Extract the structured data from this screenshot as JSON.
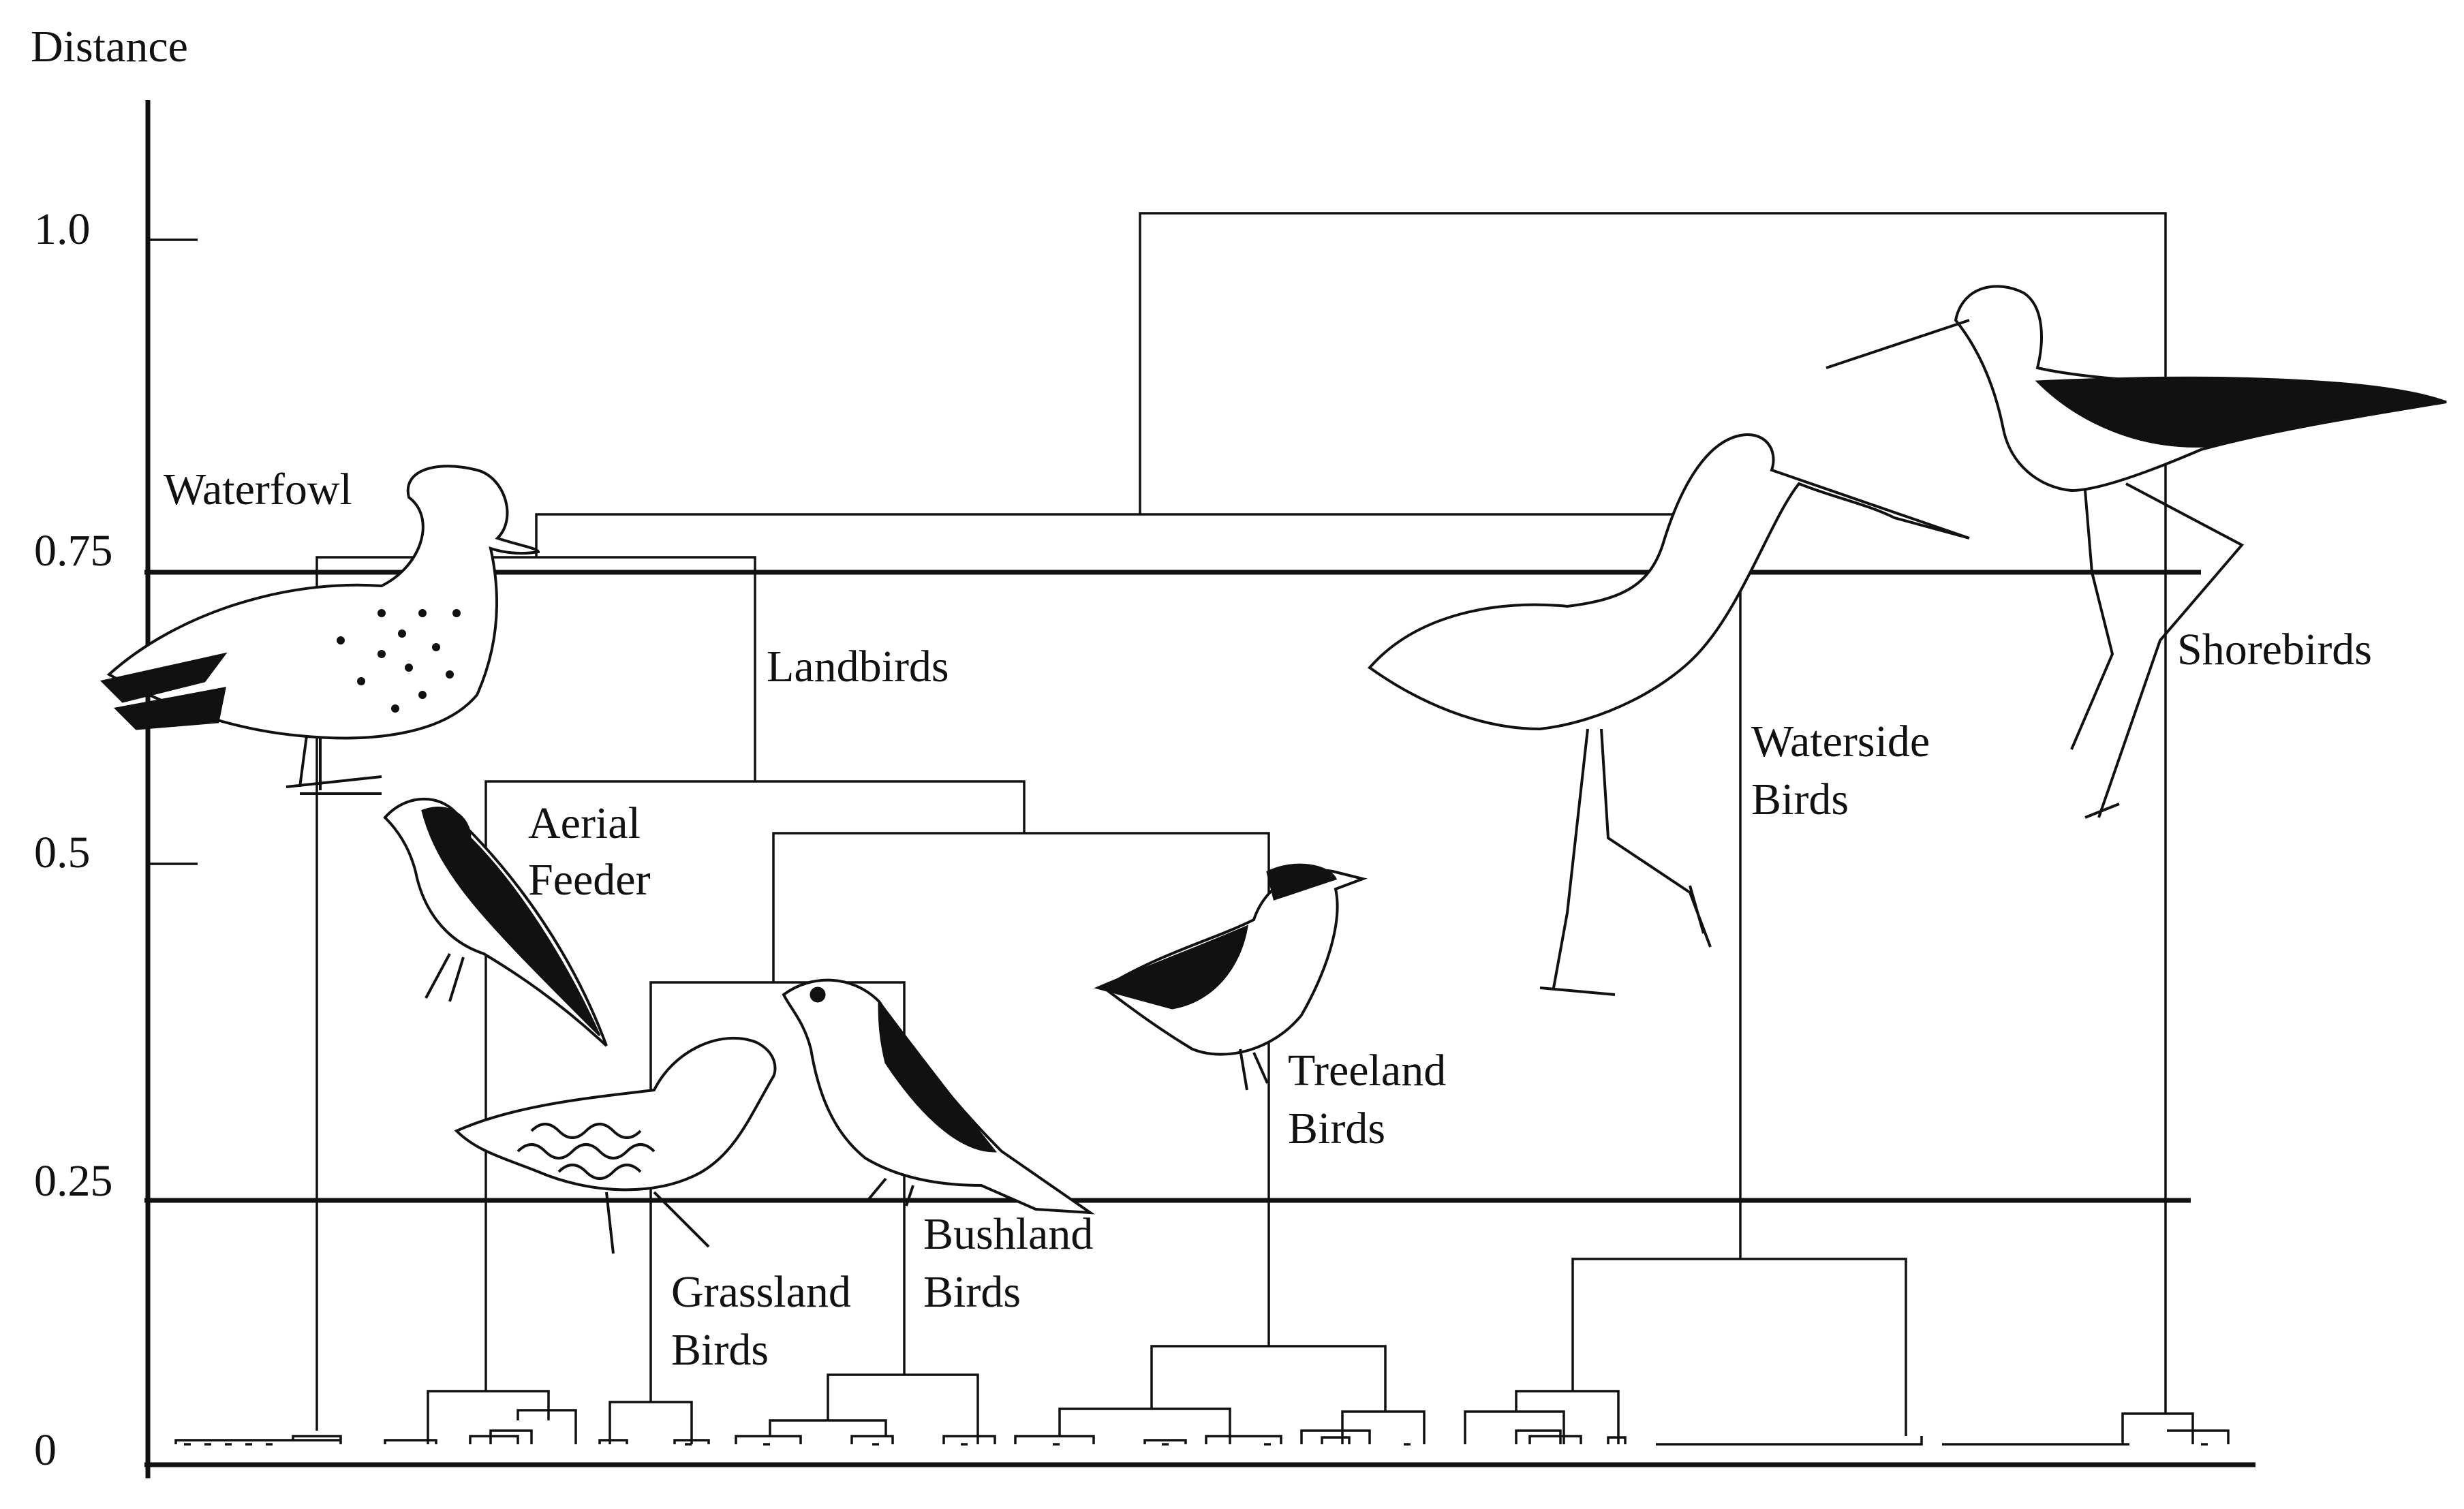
{
  "axis": {
    "title": "Distance",
    "ticks": [
      {
        "label": "1.0",
        "value": 1.0
      },
      {
        "label": "0.75",
        "value": 0.75
      },
      {
        "label": "0.5",
        "value": 0.5
      },
      {
        "label": "0.25",
        "value": 0.25
      },
      {
        "label": "0",
        "value": 0
      }
    ]
  },
  "cut_lines": [
    0.75,
    0.25
  ],
  "groups": {
    "waterfowl": "Waterfowl",
    "landbirds": "Landbirds",
    "aerial_1": "Aerial",
    "aerial_2": "Feeder",
    "grassland_1": "Grassland",
    "grassland_2": "Birds",
    "bushland_1": "Bushland",
    "bushland_2": "Birds",
    "treeland_1": "Treeland",
    "treeland_2": "Birds",
    "waterside_1": "Waterside",
    "waterside_2": "Birds",
    "shorebirds": "Shorebirds"
  },
  "icons": [
    "duck-icon",
    "swallow-icon",
    "quail-icon",
    "finch-icon",
    "tit-icon",
    "egret-icon",
    "stilt-icon"
  ]
}
